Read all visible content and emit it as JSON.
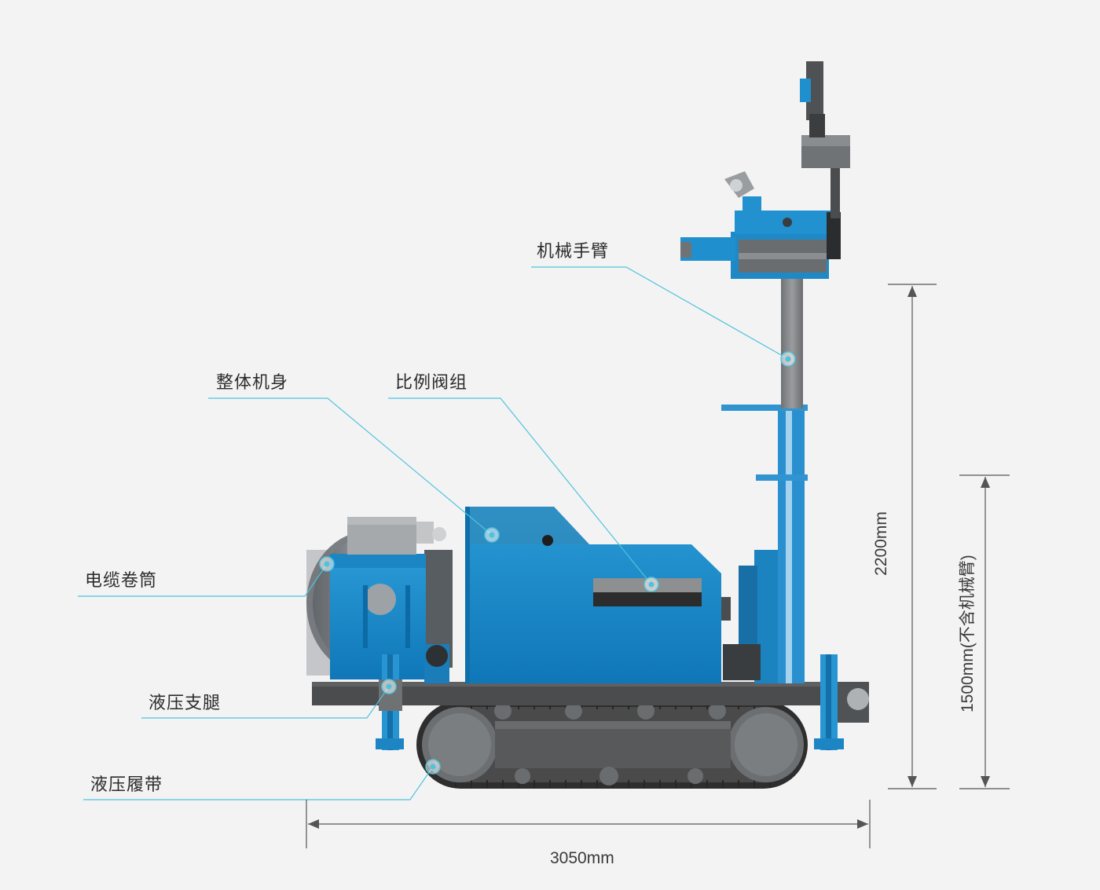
{
  "labels": {
    "arm": "机械手臂",
    "body": "整体机身",
    "valve": "比例阀组",
    "drum": "电缆卷筒",
    "legs": "液压支腿",
    "track": "液压履带"
  },
  "dimensions": {
    "width": "3050mm",
    "height_total": "2200mm",
    "height_no_arm": "1500mm(不含机械臂)"
  },
  "colors": {
    "background": "#f3f3f4",
    "machine_blue": "#1789c8",
    "leader_line": "#4fc3dc",
    "track_dark": "#3a3a3a"
  }
}
